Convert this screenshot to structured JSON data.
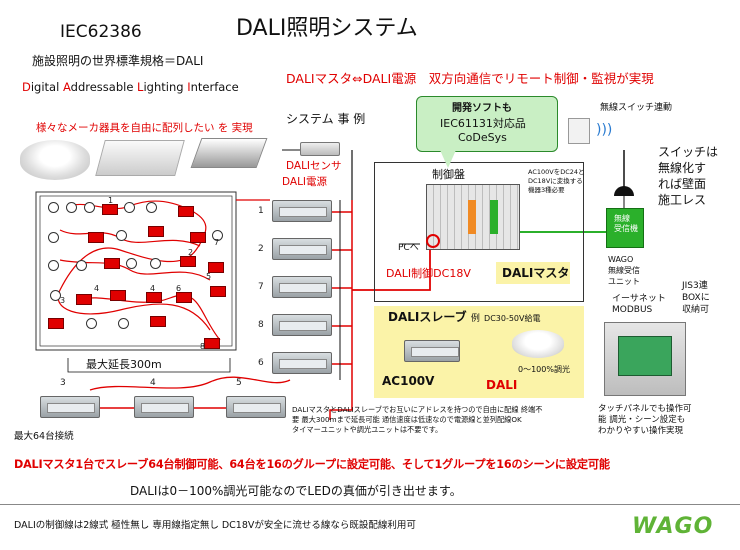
{
  "header": {
    "standard_id": "IEC62386",
    "main_title": "DALI照明システム",
    "subtitle_jp": "施設照明の世界標準規格＝DALI",
    "acronym_parts": [
      {
        "letter": "D",
        "rest": "igital "
      },
      {
        "letter": "A",
        "rest": "ddressable "
      },
      {
        "letter": "L",
        "rest": "ighting "
      },
      {
        "letter": "I",
        "rest": "nterface"
      }
    ],
    "headline": "DALIマスタ⇔DALI電源　双方向通信でリモート制御・監視が実現"
  },
  "fixtures_note": "様々なメーカ器具を自由に配列したい を 実現",
  "system_example_label": "システム 事 例",
  "sensor_label": "DALIセンサ",
  "power_label": "DALI電源",
  "pc_label": "PCへ",
  "control_panel_label": "制御盤",
  "ac_note_lines": [
    "AC100VをDC24と",
    "DC18Vに変換する",
    "機器3種必要"
  ],
  "dev_callout": {
    "line1": "開発ソフトも",
    "line2": "IEC61131対応品",
    "line3": "CoDeSys"
  },
  "dali_control_label": "DALI制御DC18V",
  "dali_master_label": "DALIマスタ",
  "wireless_switch_label": "無線スイッチ連動",
  "switch_note_lines": [
    "スイッチは",
    "無線化す",
    "れば壁面",
    "施工レス"
  ],
  "receiver_box_lines": [
    "無線",
    "受信機"
  ],
  "receiver_unit_lines": [
    "WAGO",
    "無線受信",
    "ユニット"
  ],
  "ethernet_lines": [
    "イーサネット",
    "MODBUS"
  ],
  "jis_lines": [
    "JIS3連",
    "BOXに",
    "収納可"
  ],
  "slave_example": {
    "title": "DALIスレーブ",
    "example": "例",
    "power": "DC30-50V給電"
  },
  "ac100v_label": "AC100V",
  "dali_label": "DALI",
  "dimming_label": "0～100%調光",
  "touch_panel_lines": [
    "タッチパネルでも操作可",
    "能 調光・シーン設定も",
    "わかりやすい操作実現"
  ],
  "max_length_label": "最大延長300m",
  "max64_label": "最大64台接続",
  "group_numbers": [
    "1",
    "2",
    "7",
    "8",
    "6"
  ],
  "bottom_group_numbers": [
    "3",
    "4",
    "5"
  ],
  "layout_numbers": [
    "1",
    "7",
    "2",
    "5",
    "4",
    "3",
    "4",
    "6",
    "8"
  ],
  "wiring_note_lines": [
    "DALIマスタとDALIスレーブでお互いにアドレスを持つので自由に配線 終端不",
    "要 最大300mまで延長可能 通信速度は低速なので電源線と並列配線OK",
    "タイマーユニットや調光ユニットは不要です。"
  ],
  "summary_red": "DALIマスタ1台でスレーブ64台制御可能、64台を16のグループに設定可能、そして1グループを16のシーンに設定可能",
  "summary_black": "DALIは0－100%調光可能なのでLEDの真価が引き出せます。",
  "footer_note": "DALIの制御線は2線式 極性無し 専用線指定無し DC18Vが安全に流せる線なら既設配線利用可",
  "logo_text": "WAGO",
  "colors": {
    "accent_red": "#e00000",
    "wire_green": "#2bb02b",
    "callout_green": "#c9efc4",
    "slave_bg": "#fbf3a8",
    "brand_green": "#5fb336"
  }
}
